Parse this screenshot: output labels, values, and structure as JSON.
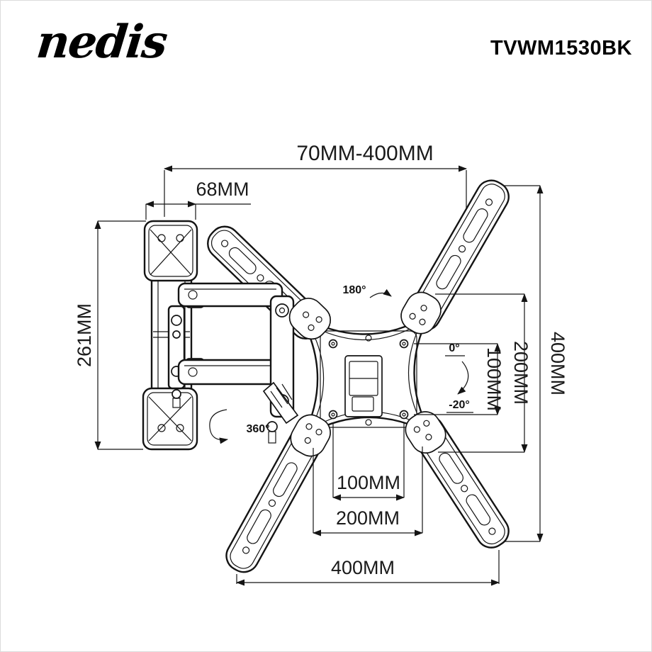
{
  "header": {
    "logo": "nedis",
    "product_code": "TVWM1530BK"
  },
  "dimensions": {
    "top_range": "70MM-400MM",
    "plate_width": "68MM",
    "plate_height": "261MM",
    "right_400": "400MM",
    "right_200": "200MM",
    "right_100": "100MM",
    "bottom_100": "100MM",
    "bottom_200": "200MM",
    "bottom_400": "400MM"
  },
  "angles": {
    "swivel_180": "180°",
    "tilt_0": "0°",
    "tilt_neg20": "-20°",
    "rotate_360": "360°"
  },
  "colors": {
    "line": "#141414",
    "text": "#1a1a1a",
    "background": "#ffffff"
  }
}
